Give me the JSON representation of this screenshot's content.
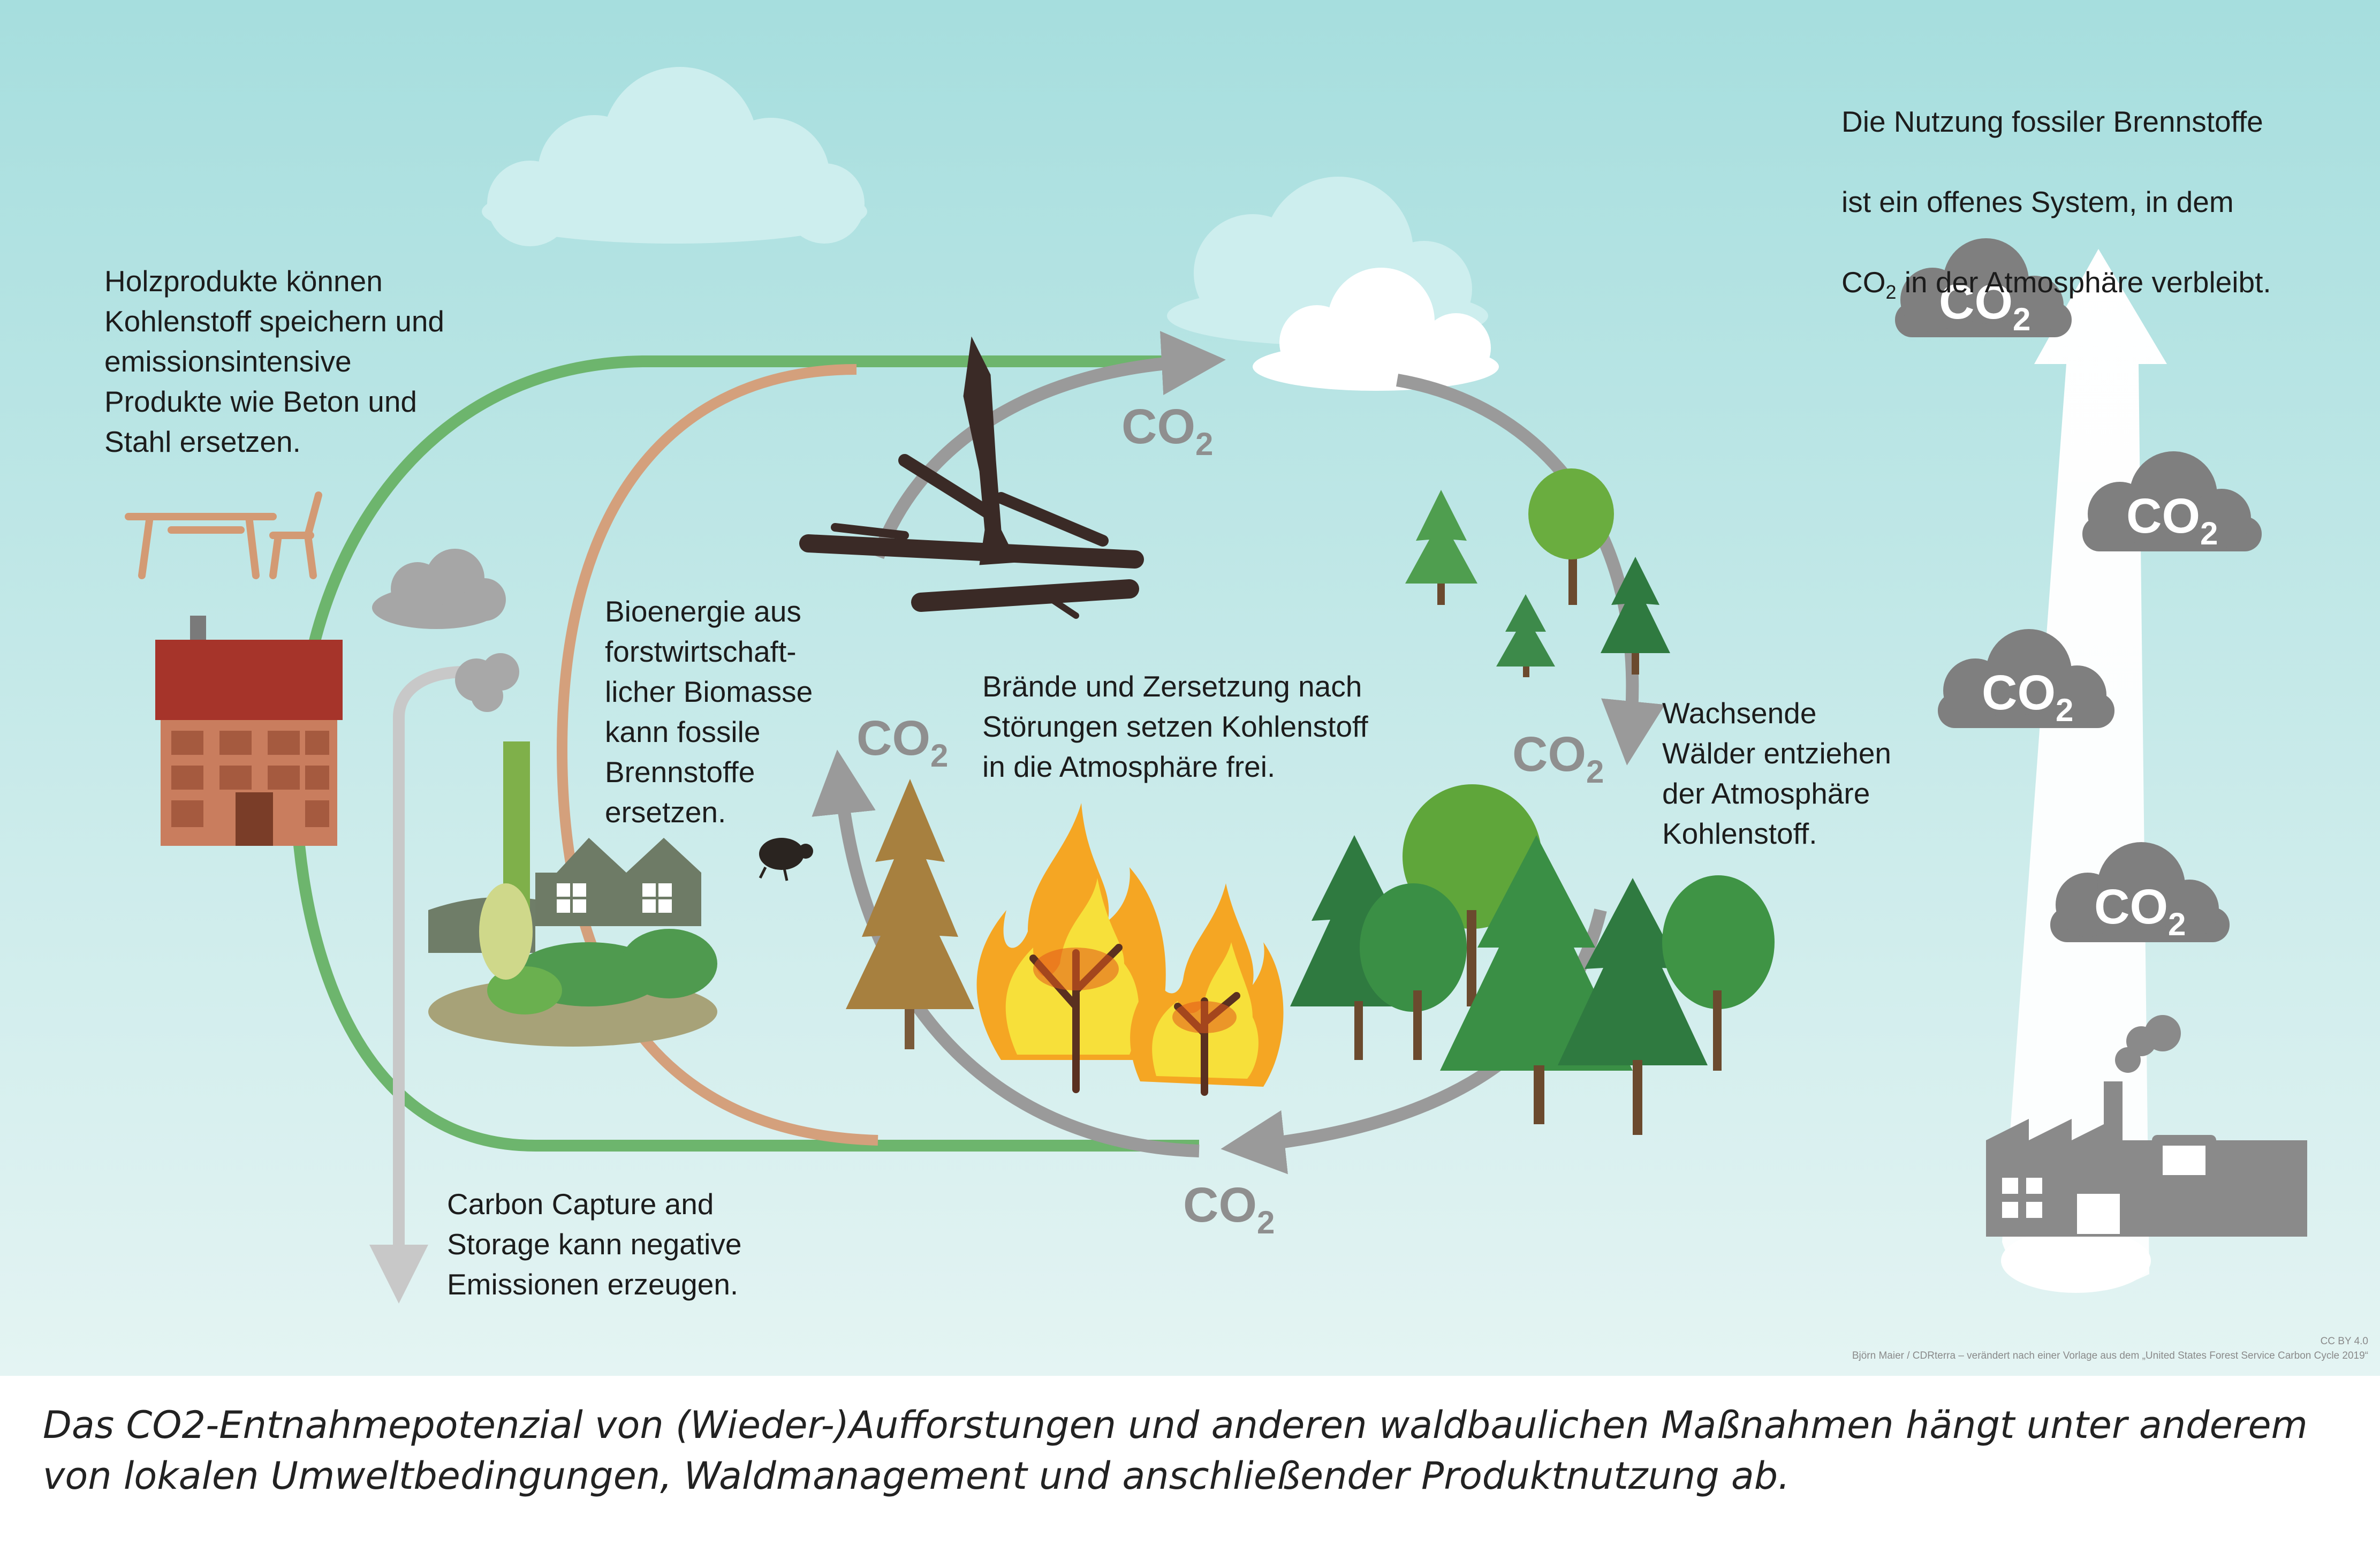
{
  "labels": {
    "wood_products": "Holzprodukte können\nKohlenstoff speichern und\nemissionsintensive\nProdukte wie Beton und\nStahl ersetzen.",
    "bioenergy": "Bioenergie aus\nforstwirtschaft-\nlicher Biomasse\nkann fossile\nBrennstoffe\nersetzen.",
    "fires": "Brände und Zersetzung nach\nStörungen setzen Kohlenstoff\nin die Atmosphäre frei.",
    "growing_forests": "Wachsende\nWälder entziehen\nder Atmosphäre\nKohlenstoff.",
    "ccs": "Carbon Capture and\nStorage kann negative\nEmissionen erzeugen.",
    "fossil_note_line1": "Die Nutzung fossiler Brennstoffe",
    "fossil_note_line2": "ist ein offenes System, in dem",
    "fossil_note_line3_prefix": "CO",
    "fossil_note_line3_sub": "2",
    "fossil_note_line3_rest": " in der Atmosphäre verbleibt."
  },
  "co2_label": {
    "main": "CO",
    "sub": "2"
  },
  "credits": {
    "license": "CC BY 4.0",
    "source": "Björn Maier / CDRterra – verändert nach einer Vorlage aus dem „United States Forest Service Carbon Cycle 2019“"
  },
  "caption": "Das CO2-Entnahmepotenzial von (Wieder-)Aufforstungen und anderen waldbaulichen Maßnahmen hängt unter anderem\nvon lokalen Umweltbedingungen, Waldmanagement und anschließender Produktnutzung ab.",
  "colors": {
    "sky_top": "#a6dede",
    "sky_bottom": "#e4f4f3",
    "cycle_arrow": "#9a9a9a",
    "wood_path": "#6db56d",
    "bio_path": "#d4a07c",
    "ccs_path": "#c8c8c8",
    "co2_text": "#8f8f8f",
    "fossil_cloud": "#7f7f7f"
  }
}
